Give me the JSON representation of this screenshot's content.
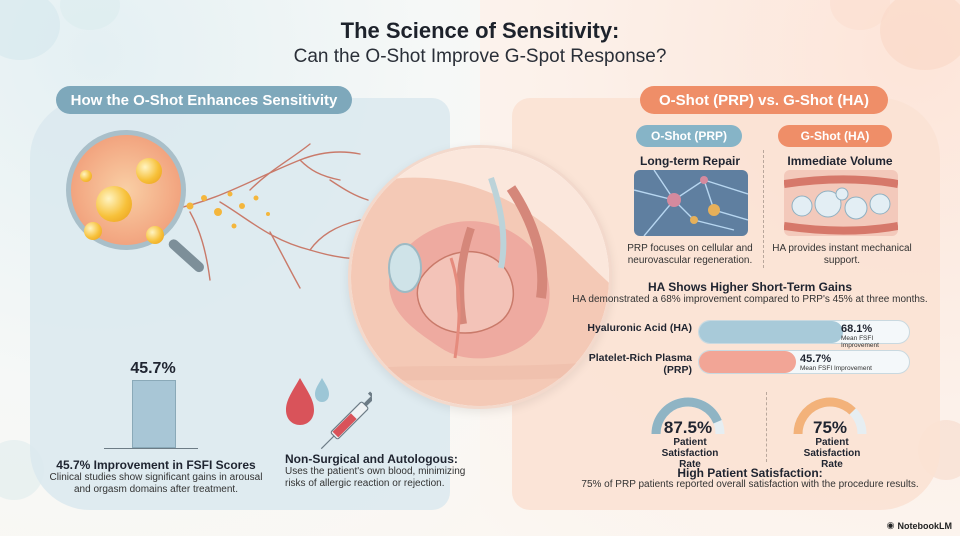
{
  "header": {
    "title": "The Science of Sensitivity:",
    "subtitle": "Can the O-Shot Improve G-Spot Response?"
  },
  "left_panel": {
    "pill": "How the O-Shot Enhances Sensitivity",
    "bar_stat": {
      "value_label": "45.7%",
      "value": 45.7,
      "title": "45.7% Improvement in FSFI Scores",
      "description": "Clinical studies show significant gains in arousal and orgasm domains after treatment."
    },
    "autologous": {
      "title": "Non-Surgical and Autologous:",
      "description": "Uses the patient's own blood, minimizing risks of allergic reaction or rejection."
    }
  },
  "right_panel": {
    "pill": "O-Shot (PRP) vs. G-Shot (HA)",
    "prp": {
      "tag": "O-Shot (PRP)",
      "heading": "Long-term Repair",
      "description": "PRP focuses on cellular and neurovascular regeneration."
    },
    "ha": {
      "tag": "G-Shot (HA)",
      "heading": "Immediate Volume",
      "description": "HA provides instant mechanical support."
    },
    "gains": {
      "title": "HA Shows Higher Short-Term Gains",
      "description": "HA demonstrated a 68% improvement compared to PRP's 45% at three months."
    },
    "bars": [
      {
        "label": "Hyaluronic Acid (HA)",
        "value_label": "68.1%",
        "value": 68.1,
        "sublabel": "Mean FSFI Improvement",
        "color": "#a8cad9"
      },
      {
        "label": "Platelet-Rich Plasma (PRP)",
        "value_label": "45.7%",
        "value": 45.7,
        "sublabel": "Mean FSFI Improvement",
        "color": "#f2a596"
      }
    ],
    "gauges": [
      {
        "value_label": "87.5%",
        "value": 87.5,
        "label": "Patient Satisfaction Rate",
        "color": "#8fb4c4"
      },
      {
        "value_label": "75%",
        "value": 75,
        "label": "Patient Satisfaction Rate",
        "color": "#f3b27a"
      }
    ],
    "satisfaction": {
      "title": "High Patient Satisfaction:",
      "description": "75% of PRP patients reported overall satisfaction with the procedure results."
    }
  },
  "footer": {
    "brand": "NotebookLM"
  }
}
